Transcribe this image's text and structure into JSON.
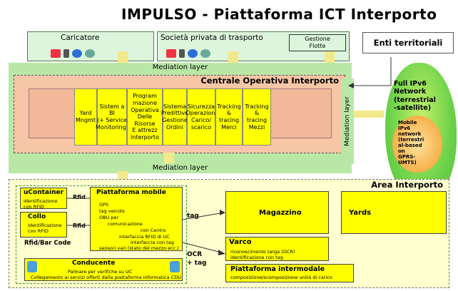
{
  "title": "IMPULSO - Piattaforma ICT Interporto",
  "top": {
    "caricatore": "Caricatore",
    "societa": "Società privata di trasporto",
    "gestione_flotte": "Gestione\nFlotte",
    "enti": "Enti territoriali"
  },
  "mediation_top": "Mediation layer",
  "mediation_bottom": "Mediation layer",
  "mediation_side": "Mediation layer",
  "centrale": {
    "title": "Centrale Operativa Interporto",
    "modules": [
      "Yard\nMngmt",
      "Sistem a\nBI\n(+ Service\nMonitoring)",
      "Program\nmazione\nOperativa\nDelle\nRisorse\nE attrezz\ninterporto",
      "Sistema\nPredittivo\nGestione\nOrdini",
      "Sicurezza\nOperazioni\nCarico/\nscarico",
      "Tracking\n& tracing\nMerci",
      "Tracking\n& tracing\nMezzi"
    ]
  },
  "network": {
    "outer": "Full IPv6\nNetwork\n(terrestrial\n-satellite)",
    "inner": "Mobile\nIPv6\nnetwork\n(terrestri\nal-based\non\nGPRS-\nUMTS)"
  },
  "area": {
    "title": "Area Interporto",
    "ucontainer": {
      "title": "uContainer",
      "item": "Identificazione\ncon RFID"
    },
    "collo": {
      "title": "Collo",
      "item": "Identificazione\ncon RFID"
    },
    "rfid1": "Rfid",
    "rfid2": "Rfid",
    "rfid_bar": "Rfid/Bar Code",
    "piattaforma_mobile": {
      "title": "Piattaforma mobile",
      "items": [
        "GPS",
        "tag veicolo",
        "OBU per",
        "comunicazione",
        "con Centro",
        "interfaccia RFID di UC",
        "interfaccia con tag",
        "sensori vari (stato del mezzo ecc.)"
      ]
    },
    "conducente": {
      "title": "Conducente",
      "items": [
        "Palmare per verifiche su UC",
        "Collegamento ai servizi offerti dalla piattaforma informatica CDU"
      ]
    },
    "tag": "tag",
    "ocr": "OCR\n+ tag",
    "magazzino": "Magazzino",
    "yards": "Yards",
    "varco": {
      "title": "Varco",
      "items": [
        "riconoscimento targa (OCR)",
        "identificazione con tag"
      ]
    },
    "intermodale": {
      "title": "Piattaforma intermodale",
      "item": "composizione/scomposizione unità di carico"
    }
  }
}
